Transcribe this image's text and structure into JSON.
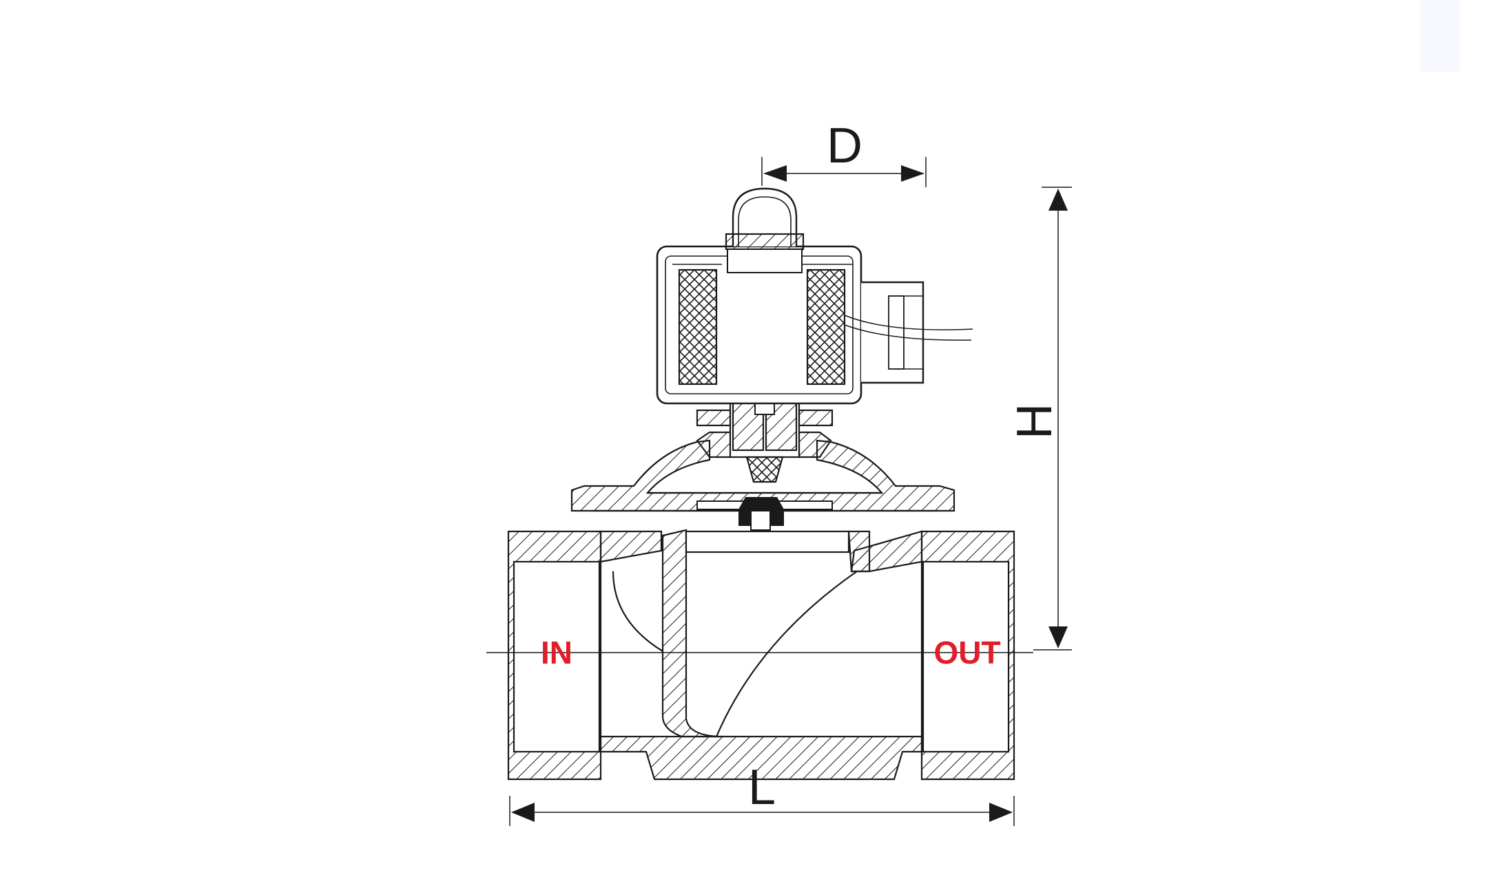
{
  "diagram": {
    "dimensions": {
      "width_label": "D",
      "height_label": "H",
      "length_label": "L"
    },
    "ports": {
      "inlet": "IN",
      "outlet": "OUT"
    },
    "colors": {
      "line": "#1a1a1a",
      "port_label": "#e11d2a",
      "background": "#ffffff"
    }
  }
}
